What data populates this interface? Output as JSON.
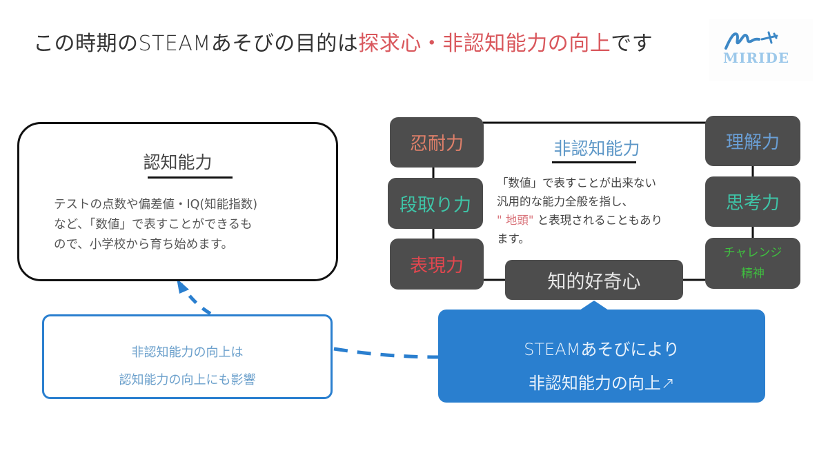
{
  "header": {
    "title_prefix": "この時期のSTEAMあそびの目的は",
    "title_highlight": "探求心・非認知能力の向上",
    "title_suffix": "です"
  },
  "logo": {
    "text": "MIRIDE",
    "brand_color": "#9cc8ea"
  },
  "cognitive": {
    "title": "認知能力",
    "body_lines": [
      "テストの点数や偏差値・IQ(知能指数)",
      "など、「数値」で表すことができるも",
      "ので、小学校から育ち始めます。"
    ]
  },
  "non_cognitive": {
    "title": "非認知能力",
    "body_line1": "「数値」で表すことが出来ない",
    "body_line2": "汎用的な能力全般を指し、",
    "body_quote": "\" 地頭\"",
    "body_line3_rest": " と表現されることもあり",
    "body_line4": "ます。",
    "title_color": "#5d97c7"
  },
  "skills": {
    "left": [
      {
        "label": "忍耐力",
        "color": "#e0806a"
      },
      {
        "label": "段取り力",
        "color": "#3ec5a8"
      },
      {
        "label": "表現力",
        "color": "#e2474f"
      }
    ],
    "right": [
      {
        "label": "理解力",
        "color": "#6a9fd6"
      },
      {
        "label": "思考力",
        "color": "#3ec5a8"
      },
      {
        "label": "チャレンジ",
        "label2": "精神",
        "color": "#3fbf3f"
      }
    ],
    "center": {
      "label": "知的好奇心",
      "color": "#e8e8e8"
    }
  },
  "steam": {
    "line1": "STEAMあそびにより",
    "line2": "非認知能力の向上↗",
    "color": "#2a7fcf"
  },
  "influence": {
    "line1": "非認知能力の向上は",
    "line2": "認知能力の向上にも影響"
  }
}
